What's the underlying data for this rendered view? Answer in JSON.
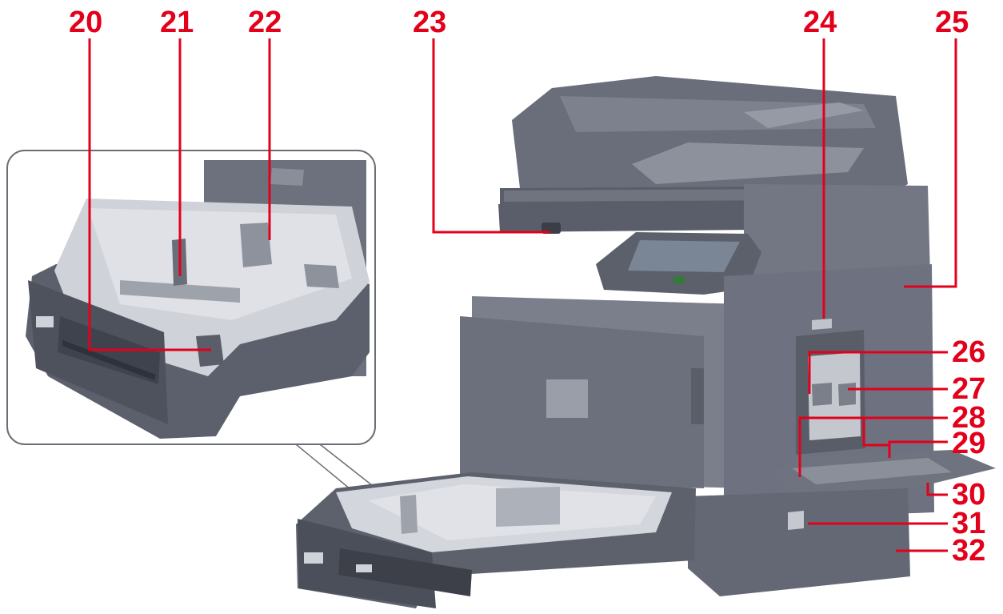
{
  "callouts": {
    "c20": "20",
    "c21": "21",
    "c22": "22",
    "c23": "23",
    "c24": "24",
    "c25": "25",
    "c26": "26",
    "c27": "27",
    "c28": "28",
    "c29": "29",
    "c30": "30",
    "c31": "31",
    "c32": "32"
  },
  "colors": {
    "callout": "#e3001b",
    "body_dark": "#5f6370",
    "body_mid": "#7a7f8c",
    "body_light": "#a9adb8",
    "tray_inner": "#d9dce2"
  }
}
